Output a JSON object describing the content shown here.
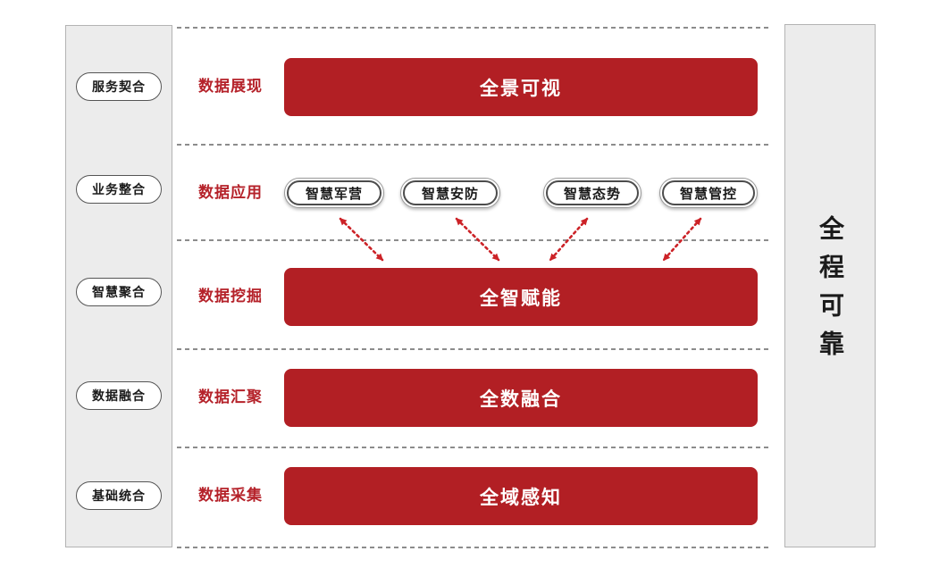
{
  "diagram": {
    "left_panel": {
      "items": [
        "服务契合",
        "业务整合",
        "智慧聚合",
        "数据融合",
        "基础统合"
      ]
    },
    "right_panel": {
      "label": "全程可靠"
    },
    "rows": [
      {
        "label": "数据展现",
        "bar": "全景可视"
      },
      {
        "label": "数据应用",
        "apps": [
          "智慧军营",
          "智慧安防",
          "智慧态势",
          "智慧管控"
        ]
      },
      {
        "label": "数据挖掘",
        "bar": "全智赋能"
      },
      {
        "label": "数据汇聚",
        "bar": "全数融合"
      },
      {
        "label": "数据采集",
        "bar": "全域感知"
      }
    ],
    "colors": {
      "bar_red": "#b21f24",
      "label_red": "#b5222a",
      "arrow_red": "#cc2227",
      "panel_gray": "#ececec",
      "panel_border": "#b3b3b3",
      "dash_gray": "#8c8c8c"
    }
  }
}
